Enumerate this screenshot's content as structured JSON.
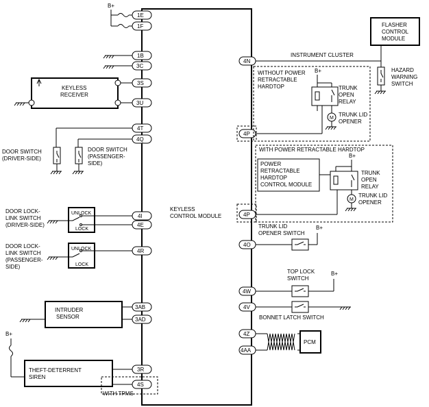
{
  "module": {
    "line1": "KEYLESS",
    "line2": "CONTROL MODULE"
  },
  "supply": "B+",
  "pins": {
    "1E": "1E",
    "1F": "1F",
    "1B": "1B",
    "3C": "3C",
    "3S": "3S",
    "3U": "3U",
    "4T": "4T",
    "4Q": "4Q",
    "4I": "4I",
    "4E": "4E",
    "4R": "4R",
    "3AB": "3AB",
    "3AD": "3AD",
    "3R": "3R",
    "4S": "4S",
    "4N": "4N",
    "4P_a": "4P",
    "4P_b": "4P",
    "4O": "4O",
    "4W": "4W",
    "4V": "4V",
    "4Z": "4Z",
    "4AA": "4AA"
  },
  "left": {
    "keyless_receiver": {
      "line1": "KEYLESS",
      "line2": "RECEIVER"
    },
    "door_switch_driver": {
      "line1": "DOOR SWITCH",
      "line2": "(DRIVER-SIDE)"
    },
    "door_switch_passenger": {
      "line1": "DOOR SWITCH",
      "line2": "(PASSENGER-",
      "line3": "SIDE)"
    },
    "lock_link_driver": {
      "line1": "DOOR LOCK-",
      "line2": "LINK SWITCH",
      "line3": "(DRIVER-SIDE)"
    },
    "lock_link_passenger": {
      "line1": "DOOR LOCK-",
      "line2": "LINK SWITCH",
      "line3": "(PASSENGER-",
      "line4": "SIDE)"
    },
    "unlock": "UNLOCK",
    "lock": "LOCK",
    "intruder_sensor": {
      "line1": "INTRUDER",
      "line2": "SENSOR"
    },
    "theft_siren": {
      "line1": "THEFT-DETERRENT",
      "line2": "SIREN"
    },
    "with_tpms": "WITH TPMS"
  },
  "right": {
    "flasher": {
      "line1": "FLASHER",
      "line2": "CONTROL",
      "line3": "MODULE"
    },
    "instrument_cluster": "INSTRUMENT CLUSTER",
    "hazard": {
      "line1": "HAZARD",
      "line2": "WARNING",
      "line3": "SWITCH"
    },
    "without_hardtop": {
      "line1": "WITHOUT POWER",
      "line2": "RETRACTABLE",
      "line3": "HARDTOP"
    },
    "with_hardtop": "WITH POWER RETRACTABLE HARDTOP",
    "trunk_open_relay": {
      "line1": "TRUNK",
      "line2": "OPEN",
      "line3": "RELAY"
    },
    "trunk_lid_opener": {
      "line1": "TRUNK LID",
      "line2": "OPENER"
    },
    "hardtop_module": {
      "line1": "POWER",
      "line2": "RETRACTABLE",
      "line3": "HARDTOP",
      "line4": "CONTROL MODULE"
    },
    "trunk_opener_switch": {
      "line1": "TRUNK LID",
      "line2": "OPENER SWITCH"
    },
    "top_lock_switch": {
      "line1": "TOP LOCK",
      "line2": "SWITCH"
    },
    "bonnet_latch": "BONNET  LATCH SWITCH",
    "pcm": "PCM"
  }
}
